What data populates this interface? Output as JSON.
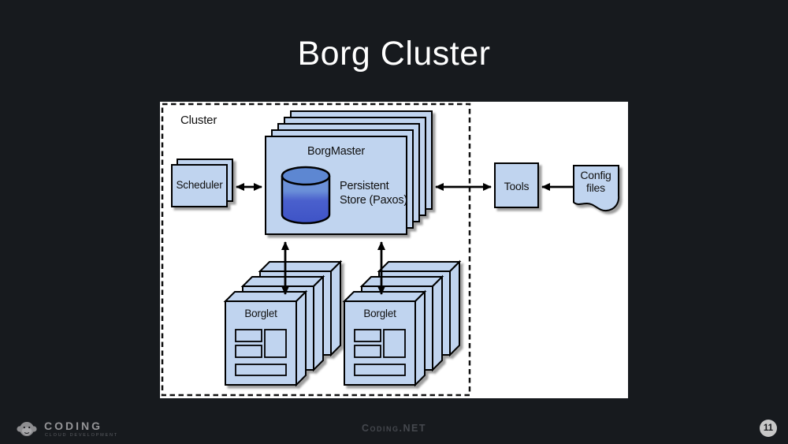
{
  "slide": {
    "title": "Borg Cluster",
    "page_number": "11",
    "colors": {
      "background": "#171a1e",
      "panel": "#ffffff",
      "box_fill": "#c0d4ef",
      "box_border": "#000000",
      "cylinder_top": "#5d87d2",
      "cylinder_body_light": "#6f94da",
      "cylinder_body_dark": "#3e53c6"
    }
  },
  "diagram": {
    "cluster_label": "Cluster",
    "scheduler": {
      "label": "Scheduler",
      "stack_count": 2
    },
    "borgmaster": {
      "label": "BorgMaster",
      "store_line1": "Persistent",
      "store_line2": "Store (Paxos)",
      "stack_count": 5
    },
    "tools": {
      "label": "Tools"
    },
    "config_files": {
      "line1": "Config",
      "line2": "files"
    },
    "borglets": [
      {
        "label": "Borglet",
        "stack_count": 3
      },
      {
        "label": "Borglet",
        "stack_count": 3
      }
    ],
    "connections": [
      "Scheduler <-> BorgMaster",
      "BorgMaster <-> Tools",
      "Config files -> Tools",
      "BorgMaster <-> Borglet left",
      "BorgMaster <-> Borglet right"
    ]
  },
  "footer": {
    "logo_text": "CODING",
    "logo_subtext": "CLOUD DEVELOPMENT",
    "site": "Coding.NET"
  }
}
